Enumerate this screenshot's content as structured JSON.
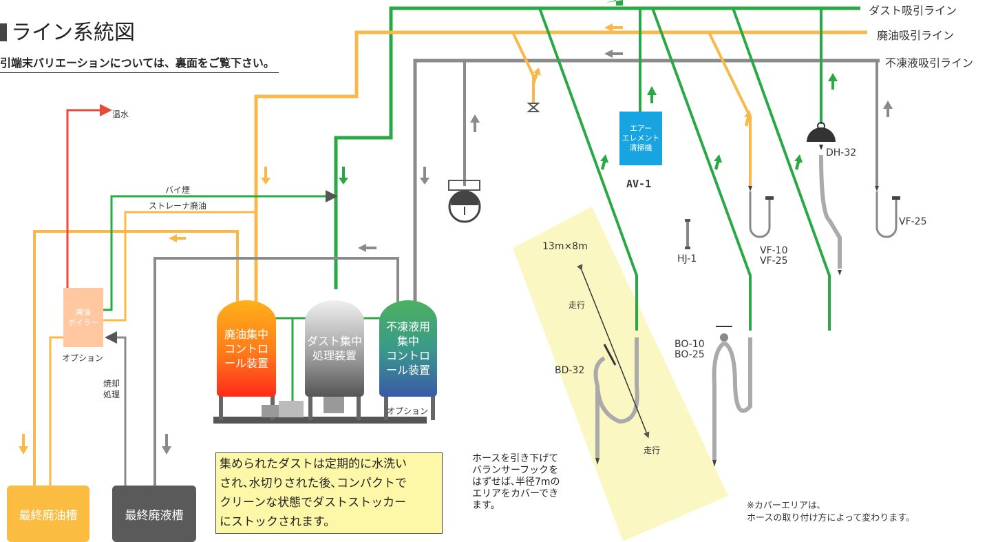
{
  "title": "ライン系統図",
  "subtitle": "引端末バリエーションについては、裏面をご覧下さい。",
  "legend": {
    "dust": "ダスト吸引ライン",
    "waste_oil": "廃油吸引ライン",
    "antifreeze": "不凍液吸引ライン"
  },
  "colors": {
    "dust_line": "#2aa845",
    "oil_line": "#f9b94a",
    "antifreeze_line": "#8a8a8a",
    "hot_water": "#e84a3a",
    "cover_area": "#faf6b8",
    "av1_box": "#18a4e0"
  },
  "labels": {
    "hot_water": "温水",
    "bypass_smoke": "バイ煙",
    "strainer_oil": "ストレーナ廃油",
    "incinerate_1": "焼却",
    "incinerate_2": "処理",
    "option_boiler": "オプション",
    "option_antifreeze": "オプション",
    "area_size": "13m×8m",
    "travel_1": "走行",
    "travel_2": "走行"
  },
  "boiler": {
    "line1": "廃油",
    "line2": "ボイラー"
  },
  "tanks": {
    "oil": {
      "line1": "廃油集中",
      "line2": "コントロ",
      "line3": "ール装置"
    },
    "dust": {
      "line1": "ダスト集中",
      "line2": "処理装置"
    },
    "antifreeze": {
      "line1": "不凍液用",
      "line2": "集中",
      "line3": "コントロ",
      "line4": "ール装置"
    }
  },
  "final_tanks": {
    "oil": "最終廃油槽",
    "waste": "最終廃液槽"
  },
  "av1": {
    "line1": "エアー",
    "line2": "エレメント",
    "line3": "清掃機",
    "model": "AV-1"
  },
  "models": {
    "dh32": "DH-32",
    "hj1": "HJ-1",
    "vf10": "VF-10",
    "vf25a": "VF-25",
    "vf25b": "VF-25",
    "bo10": "BO-10",
    "bo25": "BO-25",
    "bd32": "BD-32"
  },
  "note_box": {
    "line1": "集められたダストは定期的に水洗い",
    "line2": "され､水切りされた後､コンパクトで",
    "line3": "クリーンな状態でダストストッカー",
    "line4": "にストックされます。"
  },
  "hose_note": {
    "line1": "ホースを引き下げて",
    "line2": "バランサーフックを",
    "line3": "はずせば､半径7mの",
    "line4": "エリアをカバーでき",
    "line5": "ます。"
  },
  "cover_note": {
    "line1": "※カバーエリアは､",
    "line2": "ホースの取り付け方によって変わります。"
  }
}
